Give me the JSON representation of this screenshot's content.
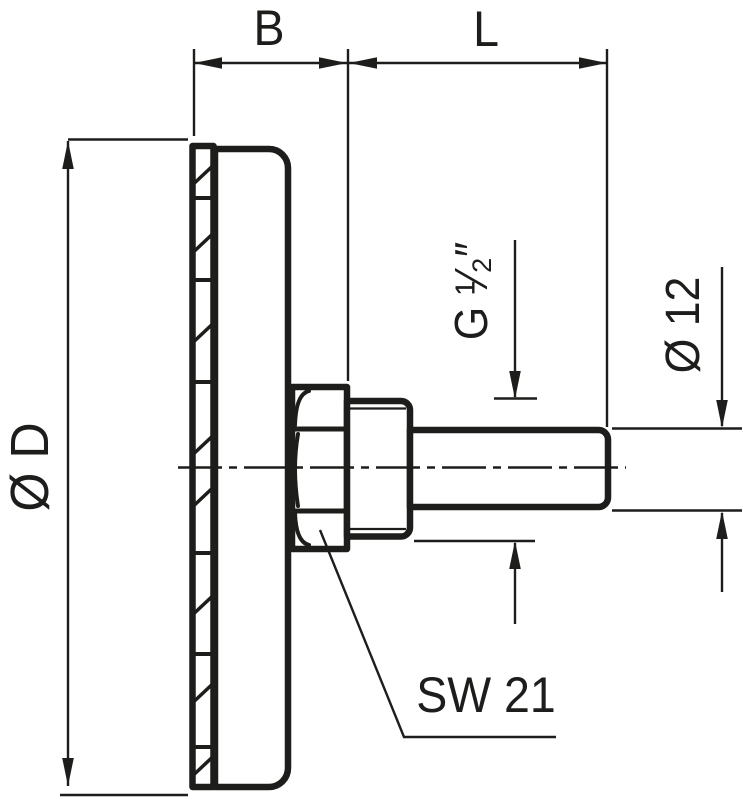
{
  "colors": {
    "background": "#ffffff",
    "line": "#1d1d1b"
  },
  "dimension_labels": {
    "case_depth": "B",
    "stem_length": "L",
    "dial_diameter": "Ø D",
    "thread_size": "G ¹⁄₂″",
    "stem_diameter": "Ø 12",
    "wrench_size": "SW 21"
  }
}
